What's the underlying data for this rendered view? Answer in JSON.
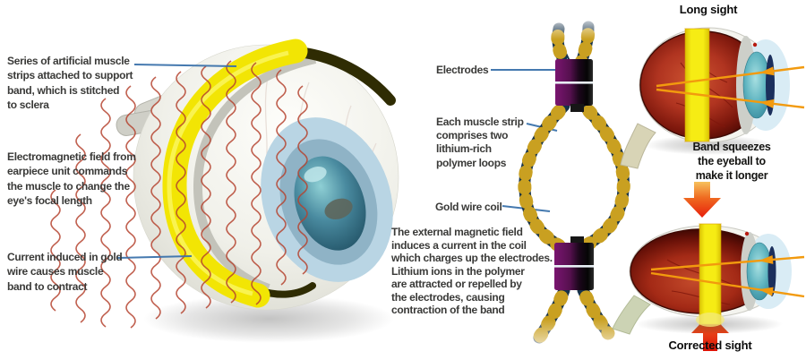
{
  "diagram": {
    "left": {
      "label_muscle_strips": "Series of artificial muscle\nstrips attached to support\nband, which is stitched\nto sclera",
      "label_em_field": "Electromagnetic field from\nearpiece unit commands\nthe muscle to change the\neye's focal length",
      "label_current": "Current induced in gold\nwire causes muscle\nband to contract"
    },
    "middle": {
      "label_electrodes": "Electrodes",
      "label_muscle_strip": "Each muscle strip\ncomprises two\nlithium-rich\npolymer loops",
      "label_gold_wire": "Gold wire coil",
      "paragraph_mechanism": "The external magnetic field\ninduces a current in the coil\nwhich charges up the electrodes.\nLithium ions in the polymer\nare attracted or repelled by\nthe electrodes, causing\ncontraction of the band"
    },
    "right": {
      "title_long_sight": "Long sight",
      "caption_band_squeeze": "Band squeezes\nthe eyeball to\nmake it longer",
      "title_corrected_sight": "Corrected sight"
    },
    "colors": {
      "band_yellow": "#f2e504",
      "band_edge_olive": "#2f2c03",
      "label_line_blue": "#3b72ab",
      "em_wave_red": "#b5432f",
      "eye_interior_red": "#a32815",
      "lens_teal": "#58aebc",
      "electrode_purple": "#5c1156",
      "gold_wire": "#c9a021",
      "arrow_red": "#e62110",
      "arrow_orange": "#f6bb55",
      "light_ray_orange": "#f29a0e",
      "annotation_text": "#3a3a38"
    }
  }
}
